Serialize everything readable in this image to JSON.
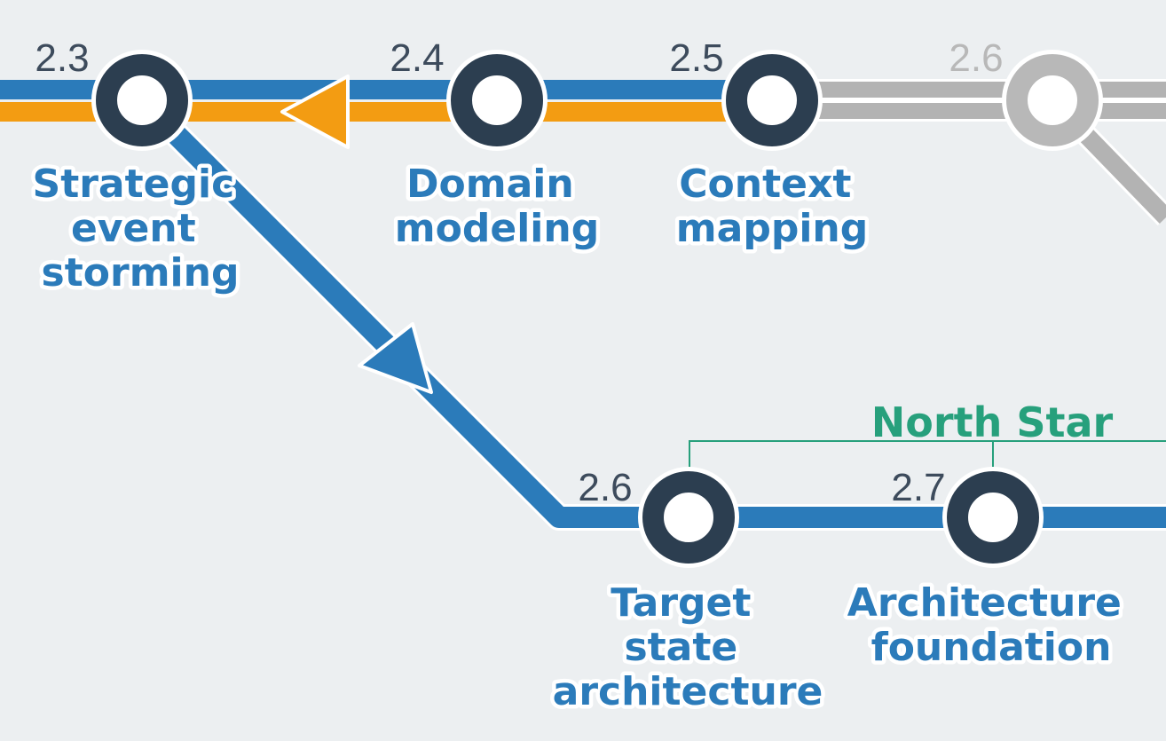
{
  "stations": [
    {
      "id": "s23",
      "number": "2.3",
      "label_lines": [
        "Strategic",
        "event",
        "storming"
      ],
      "state": "active"
    },
    {
      "id": "s24",
      "number": "2.4",
      "label_lines": [
        "Domain",
        "modeling"
      ],
      "state": "active"
    },
    {
      "id": "s25",
      "number": "2.5",
      "label_lines": [
        "Context",
        "mapping"
      ],
      "state": "active"
    },
    {
      "id": "s26a",
      "number": "2.6",
      "label_lines": [],
      "state": "inactive"
    },
    {
      "id": "s26b",
      "number": "2.6",
      "label_lines": [
        "Target",
        "state",
        "architecture"
      ],
      "state": "active"
    },
    {
      "id": "s27",
      "number": "2.7",
      "label_lines": [
        "Architecture",
        "foundation"
      ],
      "state": "active"
    }
  ],
  "north_star": {
    "label": "North Star"
  },
  "colors": {
    "background": "#eceff1",
    "blue_line": "#2b7bba",
    "orange_line": "#f39c12",
    "inactive_line": "#b3b3b3",
    "station_ring": "#2c3e50",
    "station_ring_inactive": "#b8b8b8",
    "station_fill": "#ffffff",
    "north_star": "#27a07c",
    "number_text": "#3d4b5c"
  }
}
